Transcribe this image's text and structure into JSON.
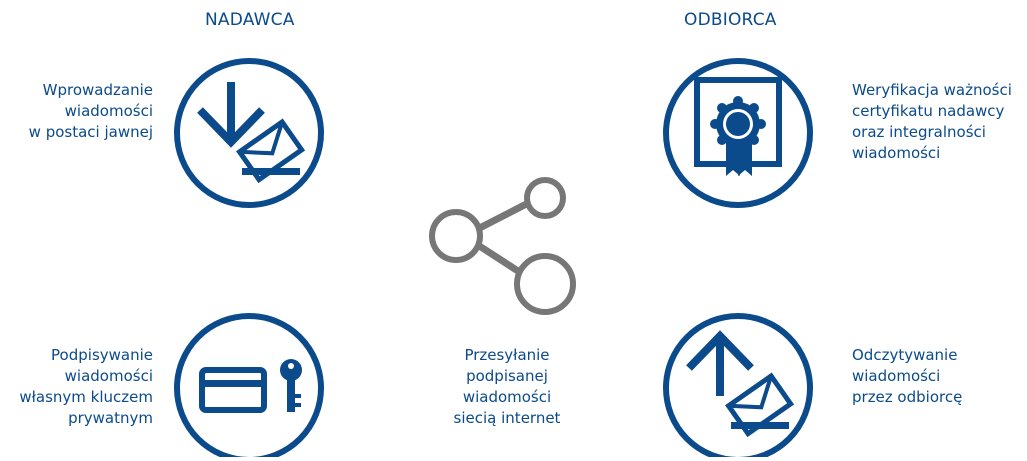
{
  "headers": {
    "sender": "NADAWCA",
    "receiver": "ODBIORCA"
  },
  "steps": {
    "enter": [
      "Wprowadzanie",
      "wiadomości",
      "w postaci jawnej"
    ],
    "verify": [
      "Weryfikacja ważności",
      "certyfikatu nadawcy",
      "oraz integralności",
      "wiadomości"
    ],
    "sign": [
      "Podpisywanie",
      "wiadomości",
      "własnym kluczem",
      "prywatnym"
    ],
    "send": [
      "Przesyłanie",
      "podpisanej",
      "wiadomości",
      "siecią internet"
    ],
    "read": [
      "Odczytywanie",
      "wiadomości",
      "przez odbiorcę"
    ]
  },
  "colors": {
    "primary": "#0b4a8b",
    "share_gray": "#777777"
  },
  "icons": {
    "enter": "download-envelope-icon",
    "verify": "certificate-badge-icon",
    "sign": "card-and-key-icon",
    "send": "share-network-icon",
    "read": "upload-envelope-icon"
  }
}
